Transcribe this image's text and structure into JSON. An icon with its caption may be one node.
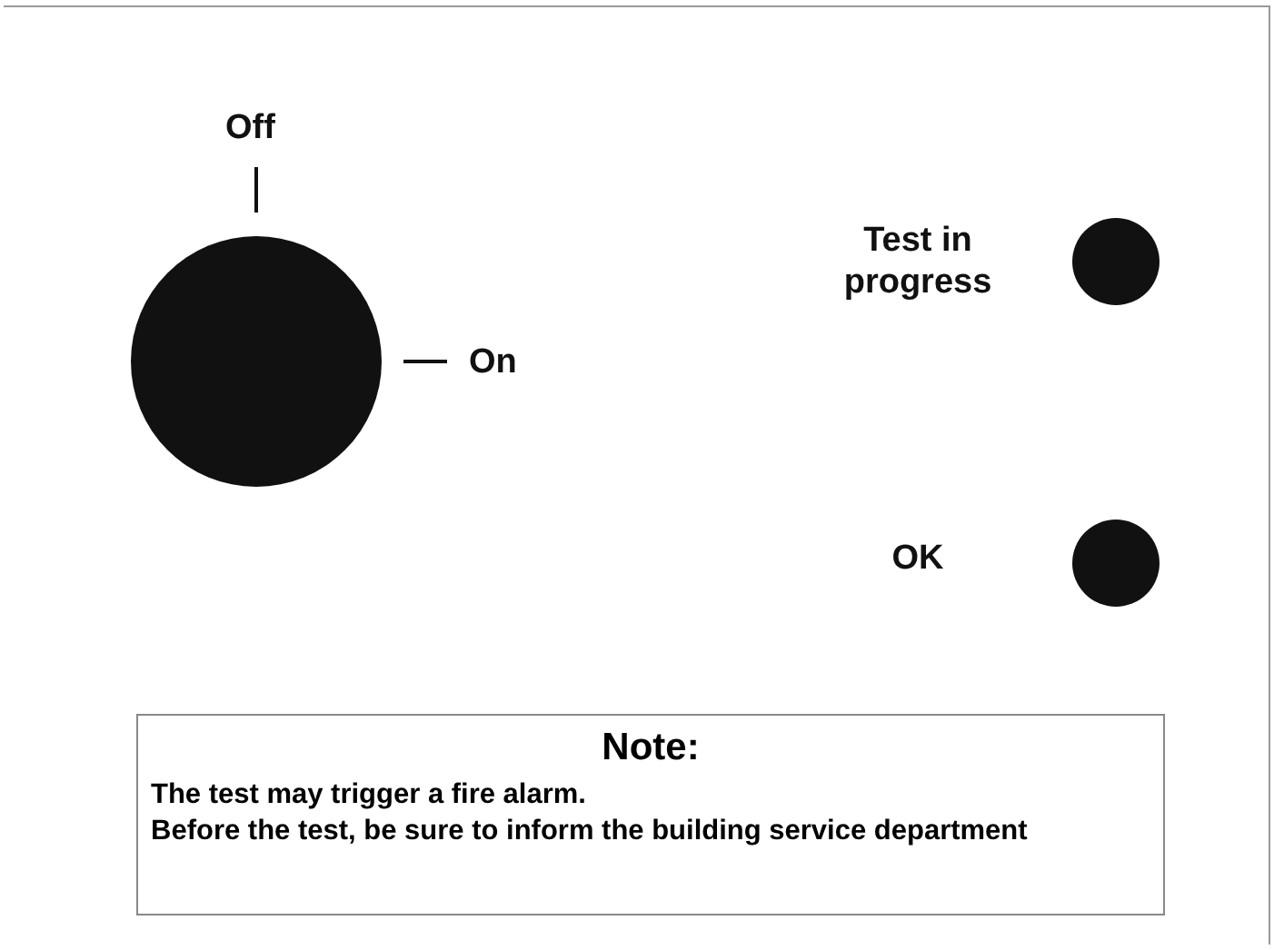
{
  "diagram": {
    "nodes": [
      {
        "text": [],
        "shape": "circle"
      },
      {
        "text": [],
        "shape": "circle",
        "beside": [
          "Test in progress"
        ]
      },
      {
        "text": [],
        "shape": "circle",
        "beside": [
          "OK"
        ]
      },
      {
        "text": [
          "Note:",
          "The test may trigger a fire alarm.",
          "Before the test, be sure to inform the building service department"
        ]
      }
    ],
    "edges": [],
    "labels": [
      "Off",
      "On"
    ]
  }
}
